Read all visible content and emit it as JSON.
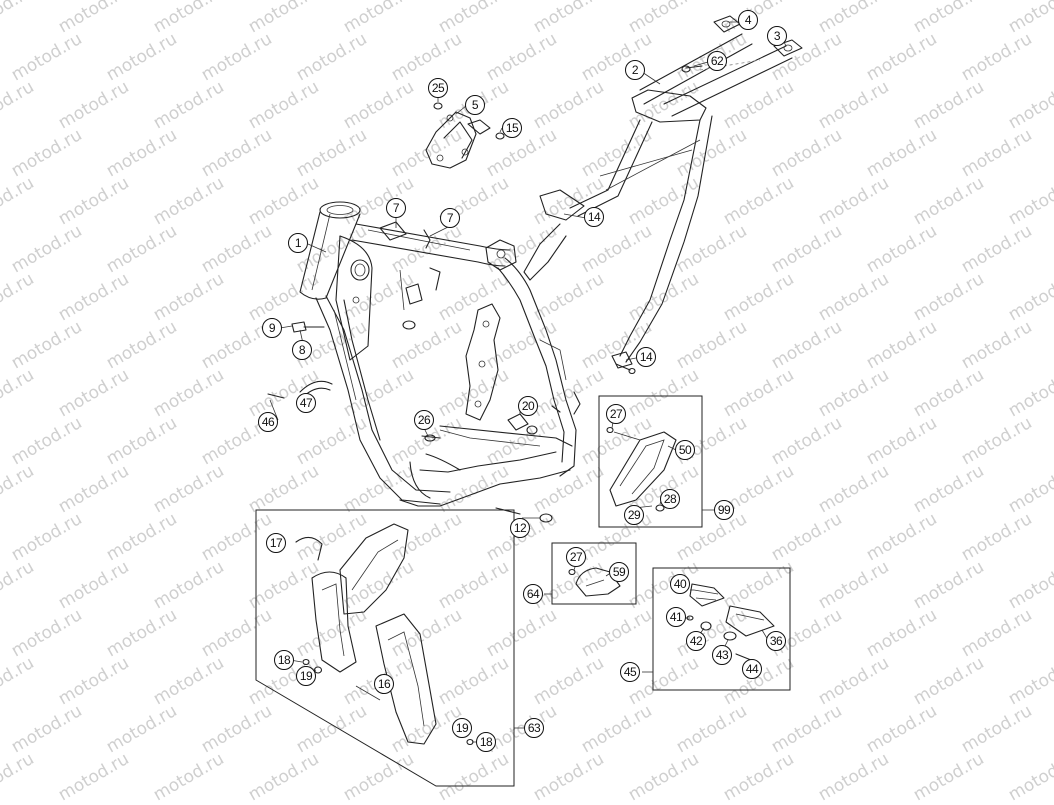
{
  "watermark": {
    "text": "motod.ru",
    "color": "#cfcfcf"
  },
  "callouts": {
    "c1": "1",
    "c2": "2",
    "c3": "3",
    "c4": "4",
    "c5": "5",
    "c62": "62",
    "c25": "25",
    "c15": "15",
    "c7a": "7",
    "c7b": "7",
    "c14a": "14",
    "c14b": "14",
    "c9": "9",
    "c8": "8",
    "c47": "47",
    "c46": "46",
    "c26": "26",
    "c20": "20",
    "c12": "12",
    "c27a": "27",
    "c50": "50",
    "c28": "28",
    "c29": "29",
    "c99": "99",
    "c27b": "27",
    "c59": "59",
    "c64": "64",
    "c40": "40",
    "c41": "41",
    "c42": "42",
    "c43": "43",
    "c36": "36",
    "c44": "44",
    "c45": "45",
    "c17": "17",
    "c18a": "18",
    "c19a": "19",
    "c16": "16",
    "c19b": "19",
    "c18b": "18",
    "c63": "63"
  }
}
